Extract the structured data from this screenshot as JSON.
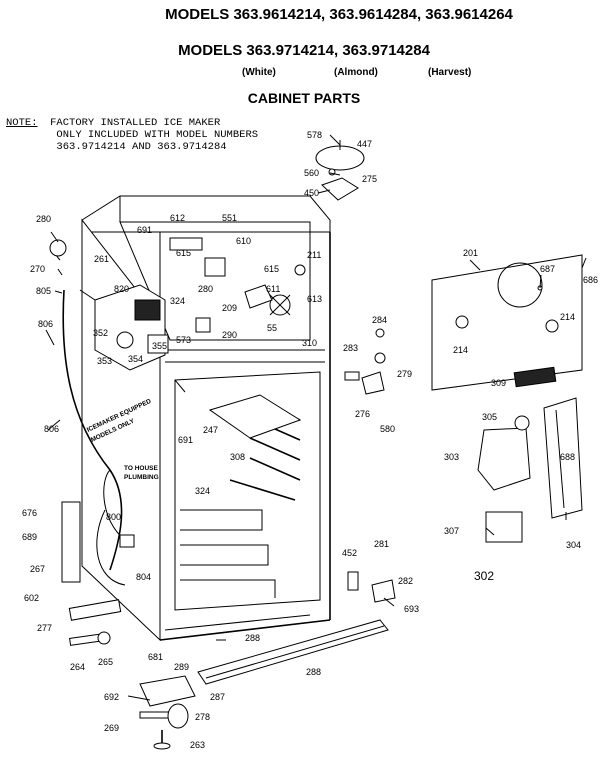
{
  "header": {
    "models_line1": "MODELS 363.9614214, 363.9614284, 363.9614264",
    "models_line2": "MODELS 363.9714214, 363.9714284",
    "variants": [
      "(White)",
      "(Almond)",
      "(Harvest)"
    ],
    "section_title": "CABINET PARTS"
  },
  "note": {
    "label": "NOTE:",
    "lines": [
      "FACTORY INSTALLED ICE MAKER",
      "ONLY INCLUDED WITH MODEL NUMBERS",
      "363.9714214 AND 363.9714284"
    ]
  },
  "annotations": {
    "icemaker": [
      "ICEMAKER EQUIPPED",
      "MODELS ONLY"
    ],
    "plumbing": [
      "TO HOUSE",
      "PLUMBING"
    ]
  },
  "part_labels": {
    "p578": "578",
    "p447": "447",
    "p560": "560",
    "p275": "275",
    "p450": "450",
    "p280a": "280",
    "p691a": "691",
    "p612": "612",
    "p551": "551",
    "p615a": "615",
    "p610": "610",
    "p261": "261",
    "p211": "211",
    "p270": "270",
    "p820": "820",
    "p615b": "615",
    "p611": "611",
    "p805": "805",
    "p324a": "324",
    "p280b": "280",
    "p613": "613",
    "p209": "209",
    "p806a": "806",
    "p352": "352",
    "p573": "573",
    "p355": "355",
    "p290": "290",
    "p55": "55",
    "p353": "353",
    "p354": "354",
    "p310": "310",
    "p201": "201",
    "p687": "687",
    "p686": "686",
    "p214a": "214",
    "p214b": "214",
    "p284": "284",
    "p283": "283",
    "p279": "279",
    "p309": "309",
    "p276": "276",
    "p580": "580",
    "p806b": "806",
    "p691b": "691",
    "p247": "247",
    "p308": "308",
    "p324b": "324",
    "p305": "305",
    "p303": "303",
    "p688": "688",
    "p676": "676",
    "p689": "689",
    "p800": "800",
    "p307": "307",
    "p304": "304",
    "p281": "281",
    "p452": "452",
    "p267": "267",
    "p804": "804",
    "p302": "302",
    "p282": "282",
    "p602": "602",
    "p693": "693",
    "p277": "277",
    "p288a": "288",
    "p264": "264",
    "p265": "265",
    "p681": "681",
    "p289": "289",
    "p288b": "288",
    "p287": "287",
    "p692": "692",
    "p269": "269",
    "p278": "278",
    "p263": "263"
  }
}
